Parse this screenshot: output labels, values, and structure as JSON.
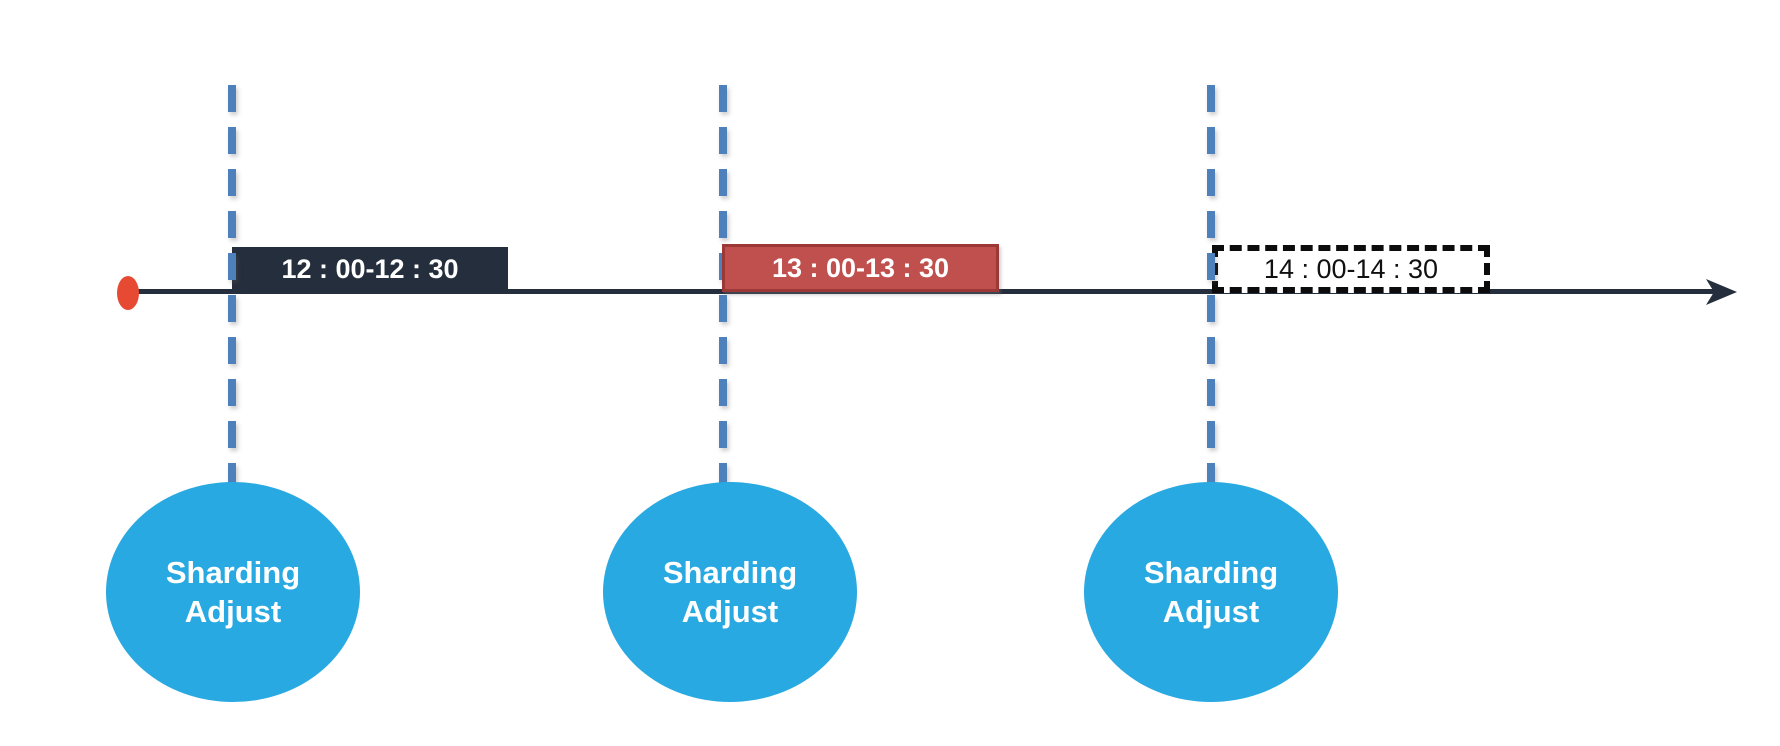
{
  "diagram": {
    "type": "timeline",
    "description_visible_text_only": true
  },
  "colors": {
    "navy": "#242e3c",
    "red-fill": "#c0504d",
    "red-border": "#9c3936",
    "origin-dot": "#e64a32",
    "connector-blue": "#4e81bc",
    "circle-blue": "#29a9e1",
    "dashed-border": "#0c0c0c",
    "text-light": "#ffffff",
    "text-dark": "#111111"
  },
  "timeline": {
    "intervals": [
      {
        "label": "12 : 00-12 : 30",
        "style": "dark-solid"
      },
      {
        "label": "13 : 00-13 : 30",
        "style": "red-solid"
      },
      {
        "label": "14 : 00-14 : 30",
        "style": "black-dashed"
      }
    ]
  },
  "events": [
    {
      "line1": "Sharding",
      "line2": "Adjust"
    },
    {
      "line1": "Sharding",
      "line2": "Adjust"
    },
    {
      "line1": "Sharding",
      "line2": "Adjust"
    }
  ]
}
